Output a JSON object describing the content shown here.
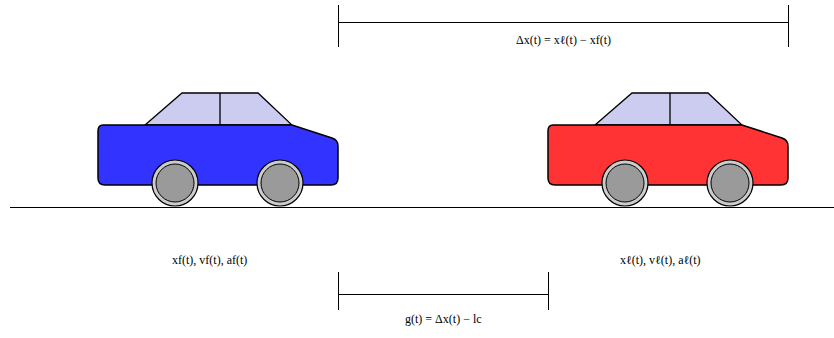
{
  "diagram": {
    "labels": [
      "Δx(t) = xℓ(t) − xf(t)",
      "xf(t), vf(t), af(t)",
      "xℓ(t), vℓ(t), aℓ(t)",
      "g(t) = Δx(t) − lc"
    ]
  }
}
